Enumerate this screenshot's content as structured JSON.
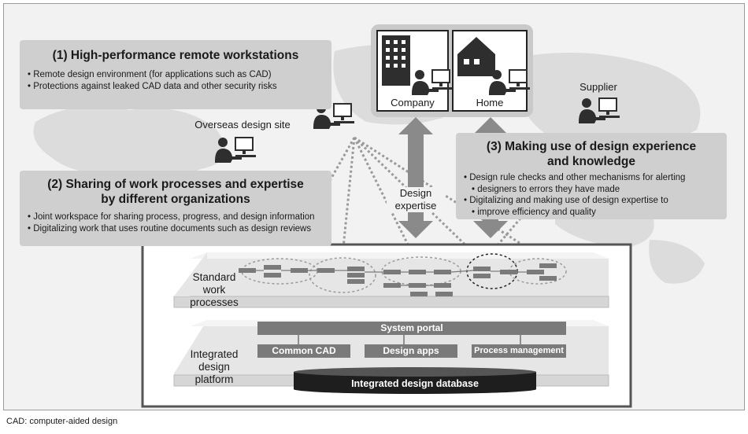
{
  "boxes": {
    "b1": {
      "title": "(1) High-performance remote workstations",
      "items": [
        "Remote design environment (for applications such as CAD)",
        "Protections against leaked CAD data and other security risks"
      ]
    },
    "b2": {
      "title_line1": "(2) Sharing of work processes and expertise",
      "title_line2": "by different organizations",
      "items": [
        "Joint workspace for sharing process, progress, and design information",
        "Digitalizing work that uses routine documents such as design reviews"
      ]
    },
    "b3": {
      "title_line1": "(3) Making use of design experience",
      "title_line2": "and knowledge",
      "items": [
        "Design rule checks and other mechanisms for alerting",
        "designers to errors they have made",
        "Digitalizing and making use of design expertise to",
        "improve efficiency and quality"
      ]
    }
  },
  "locations": {
    "company": "Company",
    "home": "Home",
    "supplier": "Supplier",
    "overseas": "Overseas design site"
  },
  "arrow_label": {
    "line1": "Design",
    "line2": "expertise"
  },
  "layers": {
    "standard": {
      "line1": "Standard",
      "line2": "work",
      "line3": "processes"
    },
    "platform": {
      "line1": "Integrated",
      "line2": "design",
      "line3": "platform",
      "portal": "System portal",
      "cad": "Common CAD",
      "apps": "Design apps",
      "process": "Process management",
      "database": "Integrated design database"
    }
  },
  "caption": "CAD: computer-aided design",
  "icons": [
    "worker-at-pc-icon",
    "office-building-icon",
    "house-icon",
    "world-map"
  ]
}
